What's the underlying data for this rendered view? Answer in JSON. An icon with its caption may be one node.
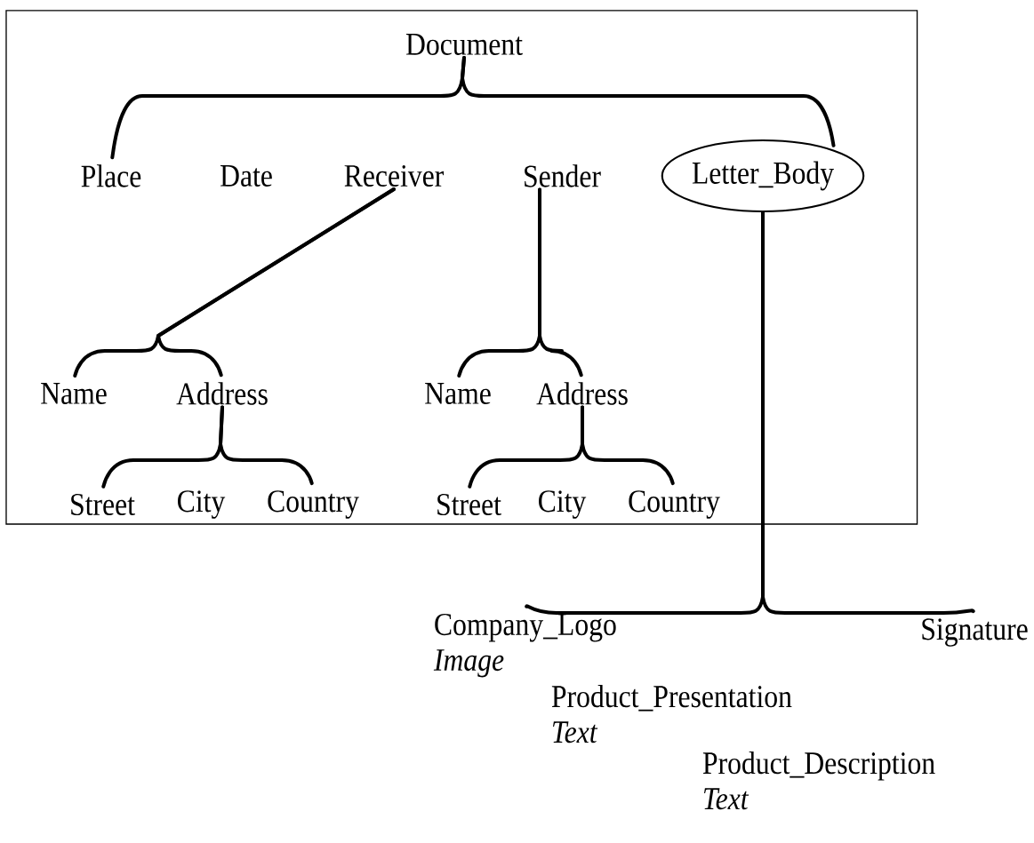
{
  "diagram": {
    "nodes": [
      {
        "text": [],
        "shape": "box"
      },
      {
        "text": [
          "Document"
        ],
        "in": 0
      },
      {
        "text": [
          "Place"
        ],
        "in": 0
      },
      {
        "text": [
          "Date"
        ],
        "in": 0
      },
      {
        "text": [
          "Receiver"
        ],
        "in": 0
      },
      {
        "text": [
          "Sender"
        ],
        "in": 0
      },
      {
        "text": [
          "Letter_Body"
        ],
        "in": 0
      },
      {
        "text": [
          "Name"
        ],
        "in": 0
      },
      {
        "text": [
          "Address"
        ],
        "in": 0
      },
      {
        "text": [
          "Street"
        ],
        "in": 0
      },
      {
        "text": [
          "City"
        ],
        "in": 0
      },
      {
        "text": [
          "Country"
        ],
        "in": 0
      },
      {
        "text": [
          "Name"
        ],
        "in": 0
      },
      {
        "text": [
          "Address"
        ],
        "in": 0
      },
      {
        "text": [
          "Street"
        ],
        "in": 0
      },
      {
        "text": [
          "City"
        ],
        "in": 0
      },
      {
        "text": [
          "Country"
        ],
        "in": 0
      },
      {
        "text": [
          "Company_Logo",
          "Image"
        ]
      },
      {
        "text": [
          "Product_Presentation",
          "Text"
        ]
      },
      {
        "text": [
          "Product_Description",
          "Text"
        ]
      },
      {
        "text": [
          "Signature"
        ]
      }
    ],
    "edges": [
      {
        "from": 1,
        "to": 2,
        "arrow": "none"
      },
      {
        "from": 1,
        "to": 6,
        "arrow": "none"
      },
      {
        "from": 4,
        "to": 7,
        "arrow": "none"
      },
      {
        "from": 4,
        "to": 8,
        "arrow": "none"
      },
      {
        "from": 5,
        "to": 12,
        "arrow": "none"
      },
      {
        "from": 5,
        "to": 13,
        "arrow": "none"
      },
      {
        "from": 8,
        "to": 9,
        "arrow": "none"
      },
      {
        "from": 8,
        "to": 11,
        "arrow": "none"
      },
      {
        "from": 13,
        "to": 14,
        "arrow": "none"
      },
      {
        "from": 13,
        "to": 16,
        "arrow": "none"
      },
      {
        "from": 6,
        "to": 17,
        "arrow": "none"
      },
      {
        "from": 6,
        "to": 20,
        "arrow": "none"
      }
    ]
  }
}
